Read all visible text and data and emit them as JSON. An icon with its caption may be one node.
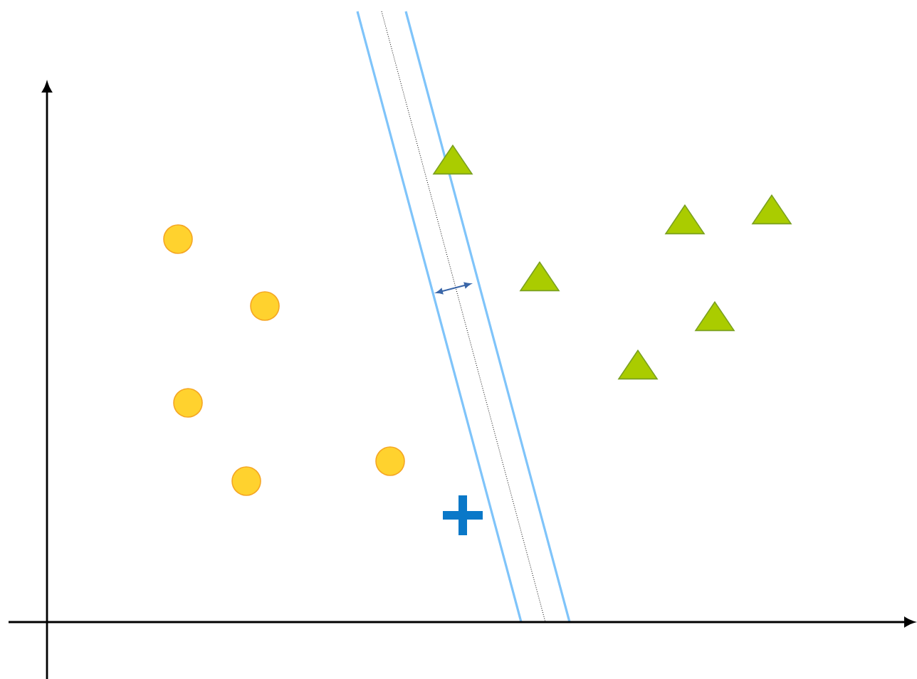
{
  "diagram": {
    "nodes": [
      {
        "text": [],
        "shape": "circle"
      },
      {
        "text": [],
        "shape": "circle"
      },
      {
        "text": [],
        "shape": "circle"
      },
      {
        "text": [],
        "shape": "circle"
      },
      {
        "text": [],
        "shape": "circle"
      },
      {
        "text": [],
        "shape": "triangle"
      },
      {
        "text": [],
        "shape": "cross"
      },
      {
        "text": [],
        "shape": "triangle"
      },
      {
        "text": [],
        "shape": "triangle"
      },
      {
        "text": [],
        "shape": "triangle"
      },
      {
        "text": [],
        "shape": "triangle"
      },
      {
        "text": [],
        "shape": "triangle"
      }
    ]
  }
}
